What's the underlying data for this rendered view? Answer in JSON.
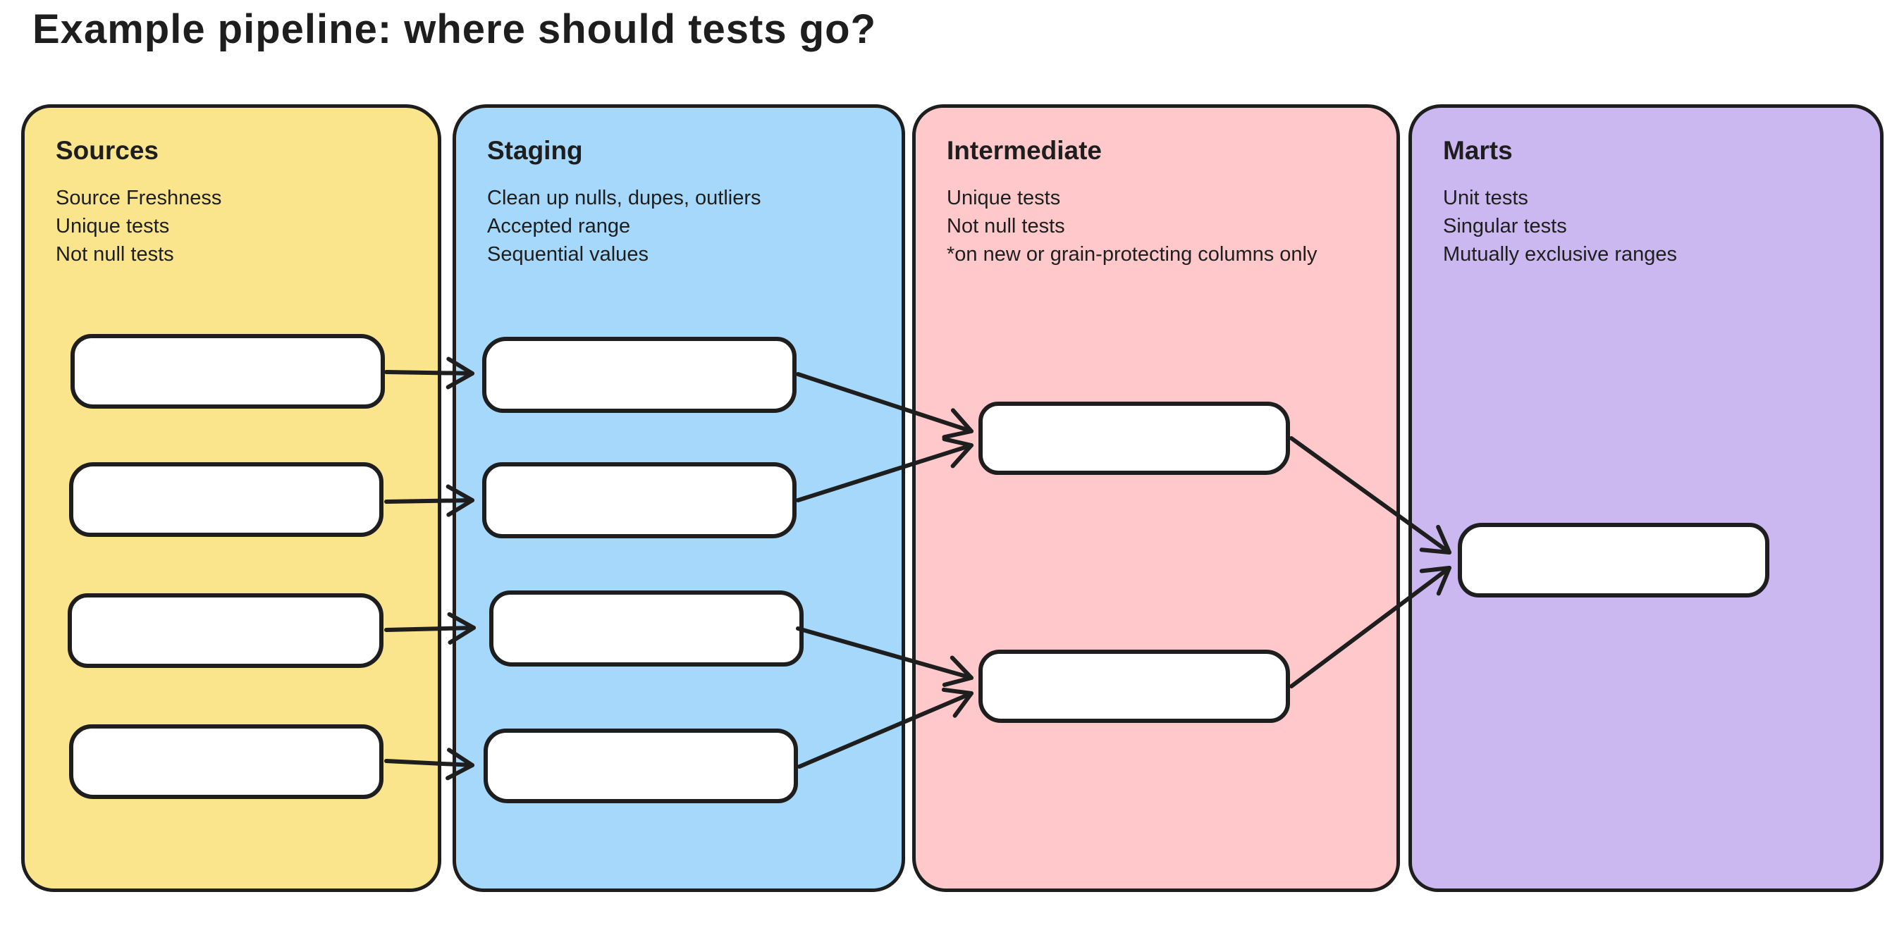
{
  "title": "Example pipeline: where should tests go?",
  "colors": {
    "ink": "#1e1e1e",
    "canvas_background": "#ffffff",
    "node_fill": "#ffffff",
    "sources_fill": "#FBE58C",
    "staging_fill": "#A5D8FA",
    "intermediate_fill": "#FFC9CC",
    "marts_fill": "#CBB8F0"
  },
  "columns": [
    {
      "id": "sources",
      "label": "Sources",
      "notes": [
        "Source Freshness",
        "Unique tests",
        "Not null tests"
      ],
      "box_count": 4,
      "boxes": [
        "source-1",
        "source-2",
        "source-3",
        "source-4"
      ]
    },
    {
      "id": "staging",
      "label": "Staging",
      "notes": [
        "Clean up nulls, dupes, outliers",
        "Accepted range",
        "Sequential values"
      ],
      "box_count": 4,
      "boxes": [
        "staging-1",
        "staging-2",
        "staging-3",
        "staging-4"
      ]
    },
    {
      "id": "intermediate",
      "label": "Intermediate",
      "notes": [
        "Unique tests",
        "Not null tests",
        "*on new or grain-protecting columns only"
      ],
      "box_count": 2,
      "boxes": [
        "intermediate-1",
        "intermediate-2"
      ]
    },
    {
      "id": "marts",
      "label": "Marts",
      "notes": [
        "Unit tests",
        "Singular tests",
        "Mutually exclusive ranges"
      ],
      "box_count": 1,
      "boxes": [
        "mart-1"
      ]
    }
  ],
  "edges": [
    {
      "from": "source-1",
      "to": "staging-1"
    },
    {
      "from": "source-2",
      "to": "staging-2"
    },
    {
      "from": "source-3",
      "to": "staging-3"
    },
    {
      "from": "source-4",
      "to": "staging-4"
    },
    {
      "from": "staging-1",
      "to": "intermediate-1"
    },
    {
      "from": "staging-2",
      "to": "intermediate-1"
    },
    {
      "from": "staging-3",
      "to": "intermediate-2"
    },
    {
      "from": "staging-4",
      "to": "intermediate-2"
    },
    {
      "from": "intermediate-1",
      "to": "mart-1"
    },
    {
      "from": "intermediate-2",
      "to": "mart-1"
    }
  ]
}
